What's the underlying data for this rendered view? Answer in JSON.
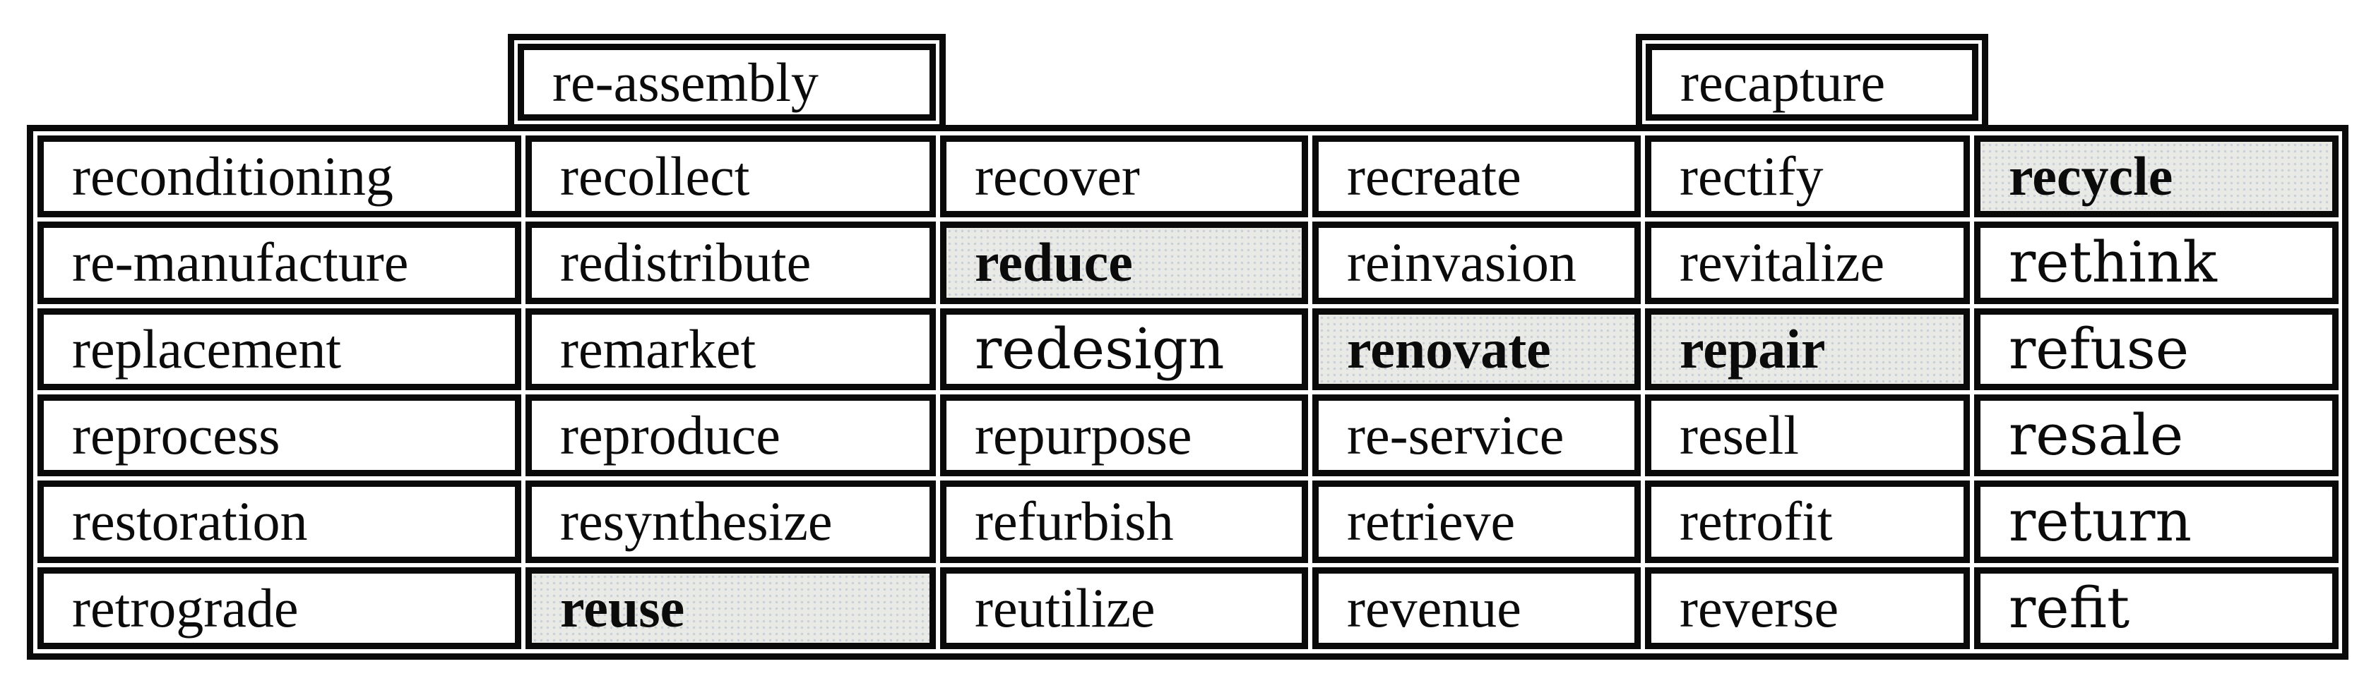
{
  "floating_headers": [
    {
      "label": "re-assembly"
    },
    {
      "label": "recapture"
    }
  ],
  "grid": {
    "rows": [
      [
        "reconditioning",
        "recollect",
        "recover",
        "recreate",
        "rectify",
        "recycle"
      ],
      [
        "re-manufacture",
        "redistribute",
        "reduce",
        "reinvasion",
        "revitalize",
        "rethink"
      ],
      [
        "replacement",
        "remarket",
        "redesign",
        "renovate",
        "repair",
        "refuse"
      ],
      [
        "reprocess",
        "reproduce",
        "repurpose",
        "re-service",
        "resell",
        "resale"
      ],
      [
        "restoration",
        "resynthesize",
        "refurbish",
        "retrieve",
        "retrofit",
        "return"
      ],
      [
        "retrograde",
        "reuse",
        "reutilize",
        "revenue",
        "reverse",
        "refit"
      ]
    ],
    "highlighted_words": [
      "recycle",
      "reduce",
      "renovate",
      "repair",
      "reuse"
    ],
    "alt_font_words": [
      "redesign",
      "rethink",
      "refuse",
      "resale",
      "return",
      "refit"
    ]
  },
  "colors": {
    "background": "#ffffff",
    "border": "#0a0a0a",
    "text": "#0b0b0b",
    "highlight_bg": "#e9e9e6"
  }
}
